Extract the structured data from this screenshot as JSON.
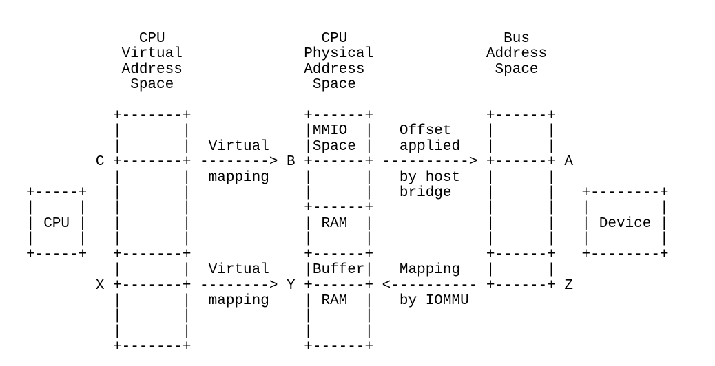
{
  "page": {
    "background_color": "#ffffff",
    "text_color": "#000000"
  },
  "diagram": {
    "kind": "ascii-art address space mapping diagram",
    "columns": [
      {
        "header": "CPU Virtual Address Space"
      },
      {
        "header": "CPU Physical Address Space"
      },
      {
        "header": "Bus Address Space"
      }
    ],
    "entities": [
      "CPU",
      "Device"
    ],
    "regions": [
      "MMIO Space",
      "RAM",
      "Buffer RAM"
    ],
    "markers": [
      "A",
      "B",
      "C",
      "X",
      "Y",
      "Z"
    ],
    "mappings": [
      {
        "label": "Virtual mapping",
        "from": "C",
        "to": "B",
        "direction": "right"
      },
      {
        "label": "Offset applied by host bridge",
        "from": "B",
        "to": "A",
        "direction": "right"
      },
      {
        "label": "Virtual mapping",
        "from": "X",
        "to": "Y",
        "direction": "right"
      },
      {
        "label": "Mapping by IOMMU",
        "from": "Z",
        "to": "Y",
        "direction": "left"
      }
    ],
    "lines": [
      "             CPU                  CPU                  Bus",
      "           Virtual              Physical             Address",
      "           Address              Address               Space",
      "            Space                Space",
      "",
      "          +-------+             +------+             +------+",
      "          |       |             |MMIO  |   Offset    |      |",
      "          |       |  Virtual    |Space |   applied   |      |",
      "        C +-------+ --------> B +------+ ----------> +------+ A",
      "          |       |  mapping    |      |   by host   |      |",
      "+-----+   |       |             |      |   bridge    |      |   +--------+",
      "|     |   |       |             +------+             |      |   |        |",
      "| CPU |   |       |             | RAM  |             |      |   | Device |",
      "|     |   |       |             |      |             |      |   |        |",
      "+-----+   +-------+             +------+             +------+   +--------+",
      "          |       |  Virtual    |Buffer|   Mapping   |      |",
      "        X +-------+ --------> Y +------+ <---------- +------+ Z",
      "          |       |  mapping    | RAM  |   by IOMMU",
      "          |       |             |      |",
      "          |       |             |      |",
      "          +-------+             +------+"
    ]
  }
}
